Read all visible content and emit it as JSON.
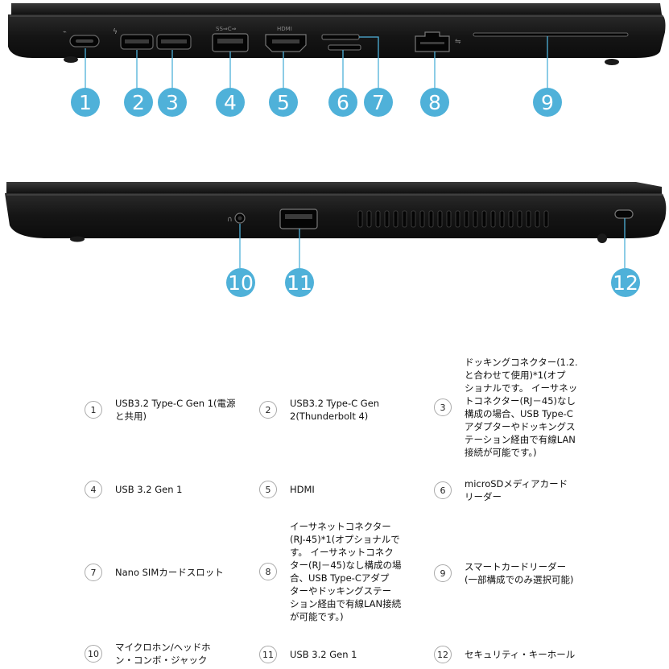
{
  "colors": {
    "bubble": "#4fb1d9",
    "laptop": "#1b1b1b",
    "port": "#333333",
    "leader": "#4fb1d9"
  },
  "side_top": {
    "port_labels": {
      "usb_a": "SS⇒C⇒",
      "hdmi": "HDMI"
    },
    "callouts": [
      "1",
      "2",
      "3",
      "4",
      "5",
      "6",
      "7",
      "8",
      "9"
    ]
  },
  "side_bottom": {
    "callouts": [
      "10",
      "11",
      "12"
    ]
  },
  "legend": [
    {
      "num": "1",
      "text": "USB3.2 Type-C Gen 1(電源\nと共用)"
    },
    {
      "num": "2",
      "text": "USB3.2 Type-C Gen\n2(Thunderbolt 4)"
    },
    {
      "num": "3",
      "text": "ドッキングコネクター(1.2.\nと合わせて使用)*1(オプ\nショナルです。 イーサネッ\nトコネクター(RJ－45)なし\n構成の場合、USB Type-C\nアダプターやドッキングス\nテーション経由で有線LAN\n接続が可能です。)"
    },
    {
      "num": "4",
      "text": "USB 3.2 Gen 1"
    },
    {
      "num": "5",
      "text": "HDMI"
    },
    {
      "num": "6",
      "text": "microSDメディアカード\nリーダー"
    },
    {
      "num": "7",
      "text": "Nano SIMカードスロット"
    },
    {
      "num": "8",
      "text": "イーサネットコネクター\n(RJ-45)*1(オプショナルで\nす。 イーサネットコネク\nター(RJ－45)なし構成の場\n合、USB Type-Cアダプ\nターやドッキングステー\nション経由で有線LAN接続\nが可能です。)"
    },
    {
      "num": "9",
      "text": "スマートカードリーダー\n(一部構成でのみ選択可能)"
    },
    {
      "num": "10",
      "text": "マイクロホン/ヘッドホ\nン・コンボ・ジャック"
    },
    {
      "num": "11",
      "text": "USB 3.2 Gen 1"
    },
    {
      "num": "12",
      "text": "セキュリティ・キーホール"
    }
  ]
}
